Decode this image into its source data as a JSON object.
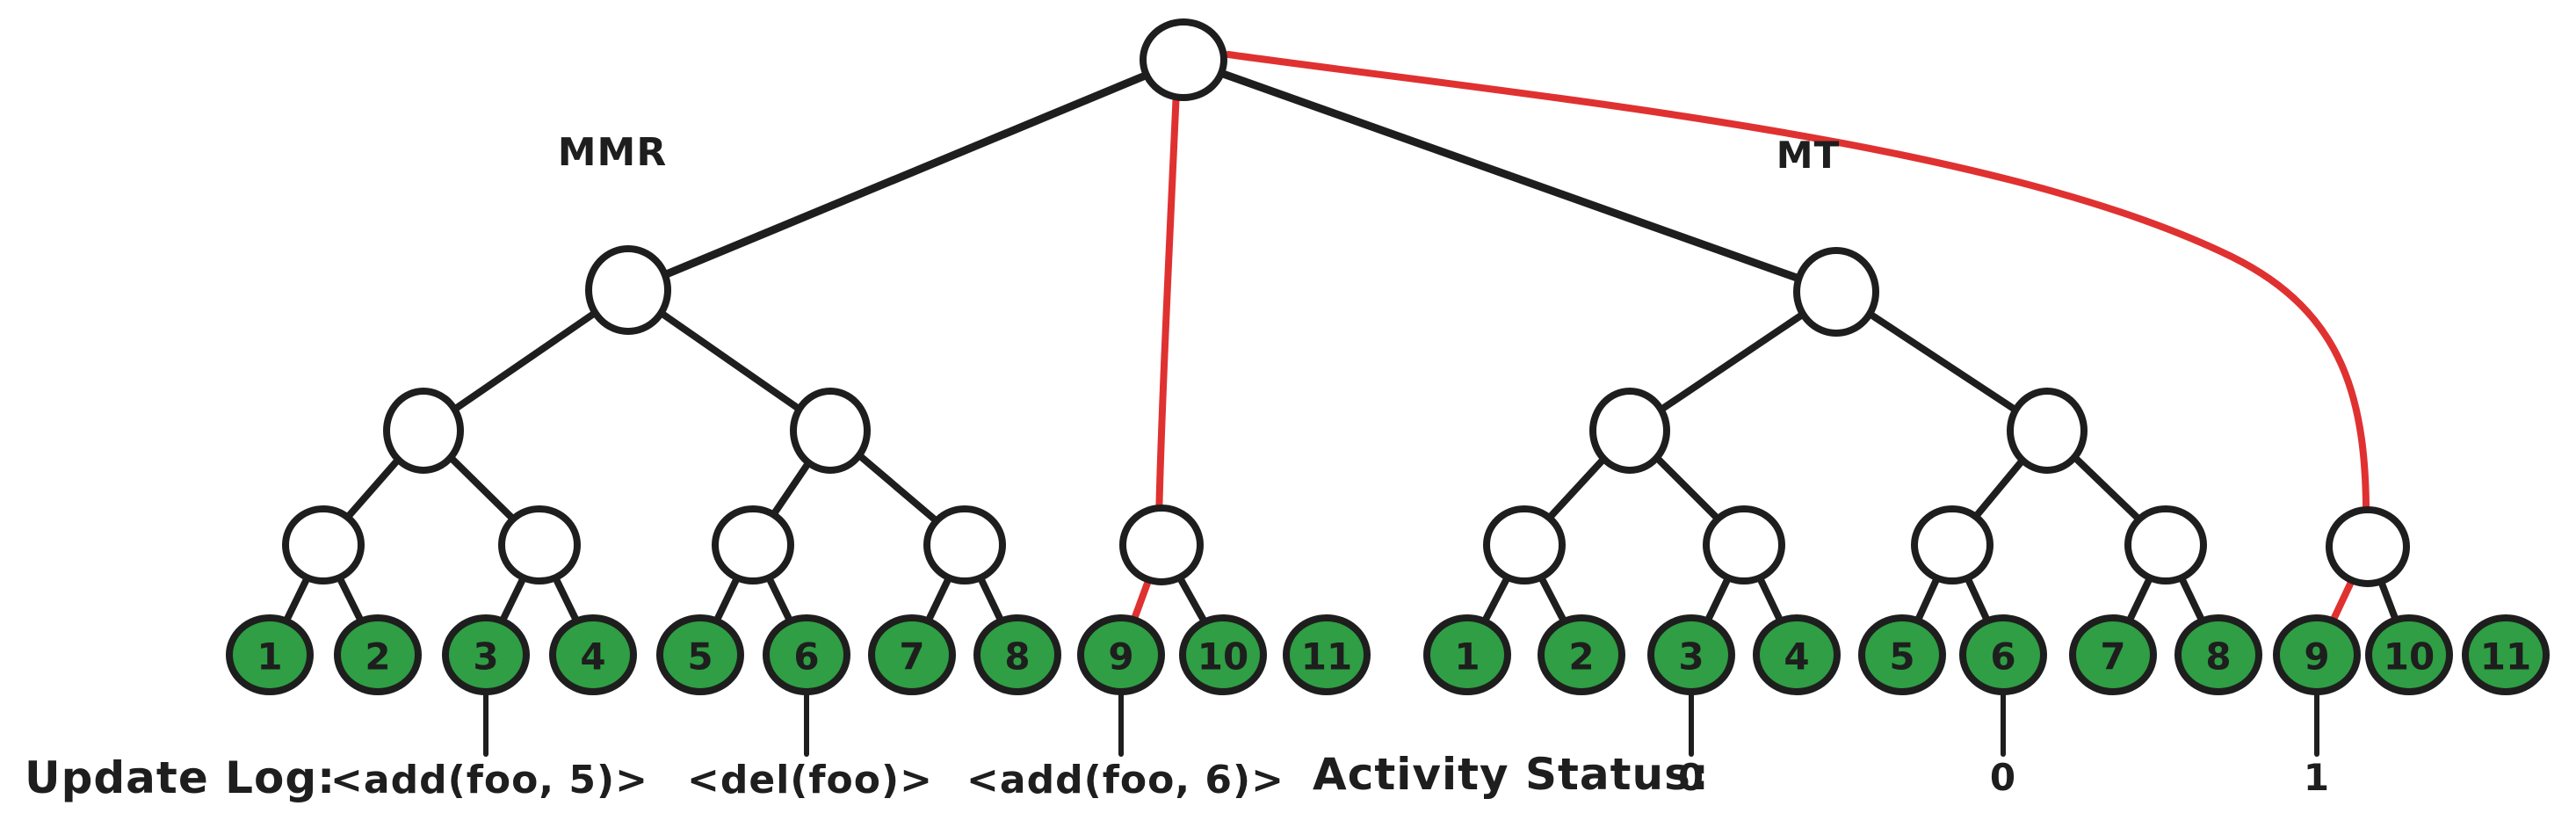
{
  "diagram": {
    "kind": "hand-drawn tree comparison",
    "left_tree": {
      "label": "MMR",
      "leaves": [
        "1",
        "2",
        "3",
        "4",
        "5",
        "6",
        "7",
        "8",
        "9",
        "10",
        "11"
      ]
    },
    "right_tree": {
      "label": "MT",
      "leaves": [
        "1",
        "2",
        "3",
        "4",
        "5",
        "6",
        "7",
        "8",
        "9",
        "10",
        "11"
      ]
    },
    "red_links": [
      {
        "from": "root",
        "to": "MMR parent node of leaves 9,10 and leaf 9"
      },
      {
        "from": "root",
        "to": "MT parent node of leaves 9,10 and leaf 9"
      }
    ],
    "update_log": {
      "label": "Update Log:",
      "entries": [
        {
          "text": "<add(foo, 5)>",
          "below_leaf": "3"
        },
        {
          "text": "<del(foo)>",
          "below_leaf": "6"
        },
        {
          "text": "<add(foo, 6)>",
          "below_leaf": "9"
        }
      ]
    },
    "activity_status": {
      "label": "Activity Status:",
      "values": [
        {
          "text": "0",
          "below_leaf": "3"
        },
        {
          "text": "0",
          "below_leaf": "6"
        },
        {
          "text": "1",
          "below_leaf": "9"
        }
      ]
    },
    "colors": {
      "stroke": "#1e1e1e",
      "highlight_red": "#e03131",
      "leaf_fill": "#2f9e44",
      "node_fill": "#ffffff",
      "background": "#ffffff"
    }
  }
}
